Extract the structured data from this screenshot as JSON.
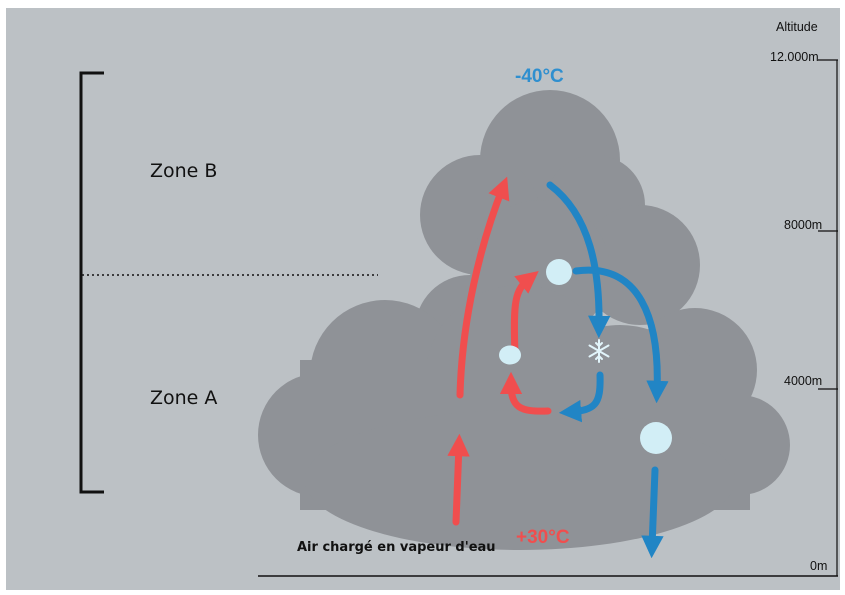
{
  "zones": {
    "zone_b": "Zone B",
    "zone_a": "Zone A"
  },
  "altitude_scale": {
    "title": "Altitude",
    "ticks": [
      "12.000m",
      "8000m",
      "4000m",
      "0m"
    ]
  },
  "temperatures": {
    "top": "-40°C",
    "bottom": "+30°C"
  },
  "caption": "Air chargé en vapeur d'eau",
  "icons": {
    "snowflake": "snowflake-icon",
    "hailstone": "hailstone-icon"
  },
  "colors": {
    "background": "#bcc1c5",
    "cloud": "#8f9297",
    "updraft": "#f04e4e",
    "downdraft": "#2185c5",
    "hail": "#d2eef6"
  }
}
